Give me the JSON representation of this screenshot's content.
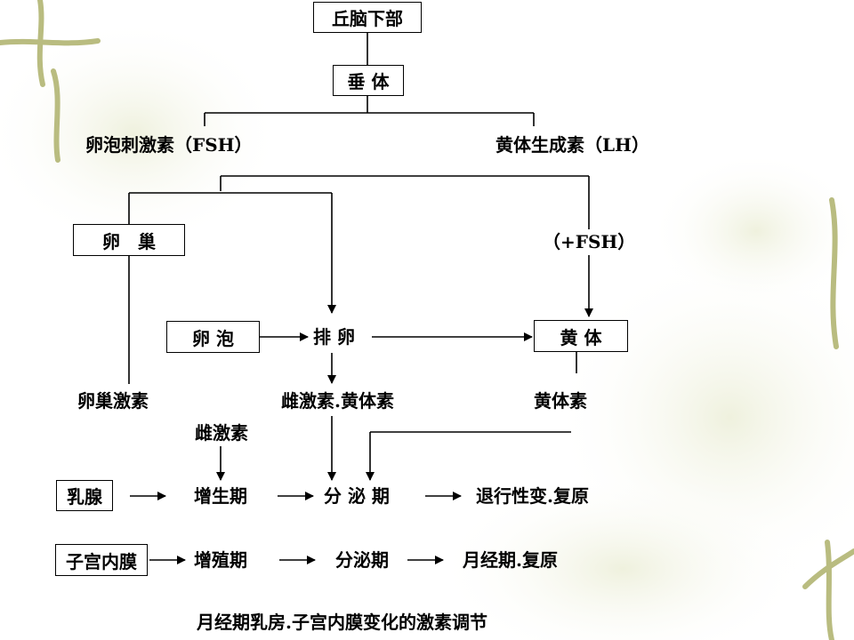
{
  "top": {
    "hypothalamus": "丘脑下部",
    "pituitary": "垂 体"
  },
  "hormones": {
    "fsh": "卵泡刺激素（FSH）",
    "lh": "黄体生成素（LH）",
    "plus_fsh": "（+FSH）"
  },
  "ovary": {
    "box": "卵　巢",
    "follicle": "卵 泡",
    "ovulation": "排 卵",
    "corpus_luteum": "黄 体",
    "ovarian_hormone": "卵巢激素",
    "estrogen_progesterone": "雌激素.黄体素",
    "progesterone": "黄体素",
    "estrogen": "雌激素"
  },
  "breast": {
    "box": "乳腺",
    "proliferative": "增生期",
    "secretory": "分 泌 期",
    "regression": "退行性变.复原"
  },
  "endometrium": {
    "box": "子宫内膜",
    "proliferative": "增殖期",
    "secretory": "分泌期",
    "menstrual": "月经期.复原"
  },
  "caption": "月经期乳房.子宫内膜变化的激素调节",
  "colors": {
    "line": "#000000",
    "background_tint": "#e9ecd3",
    "vine": "#b9bc80"
  }
}
